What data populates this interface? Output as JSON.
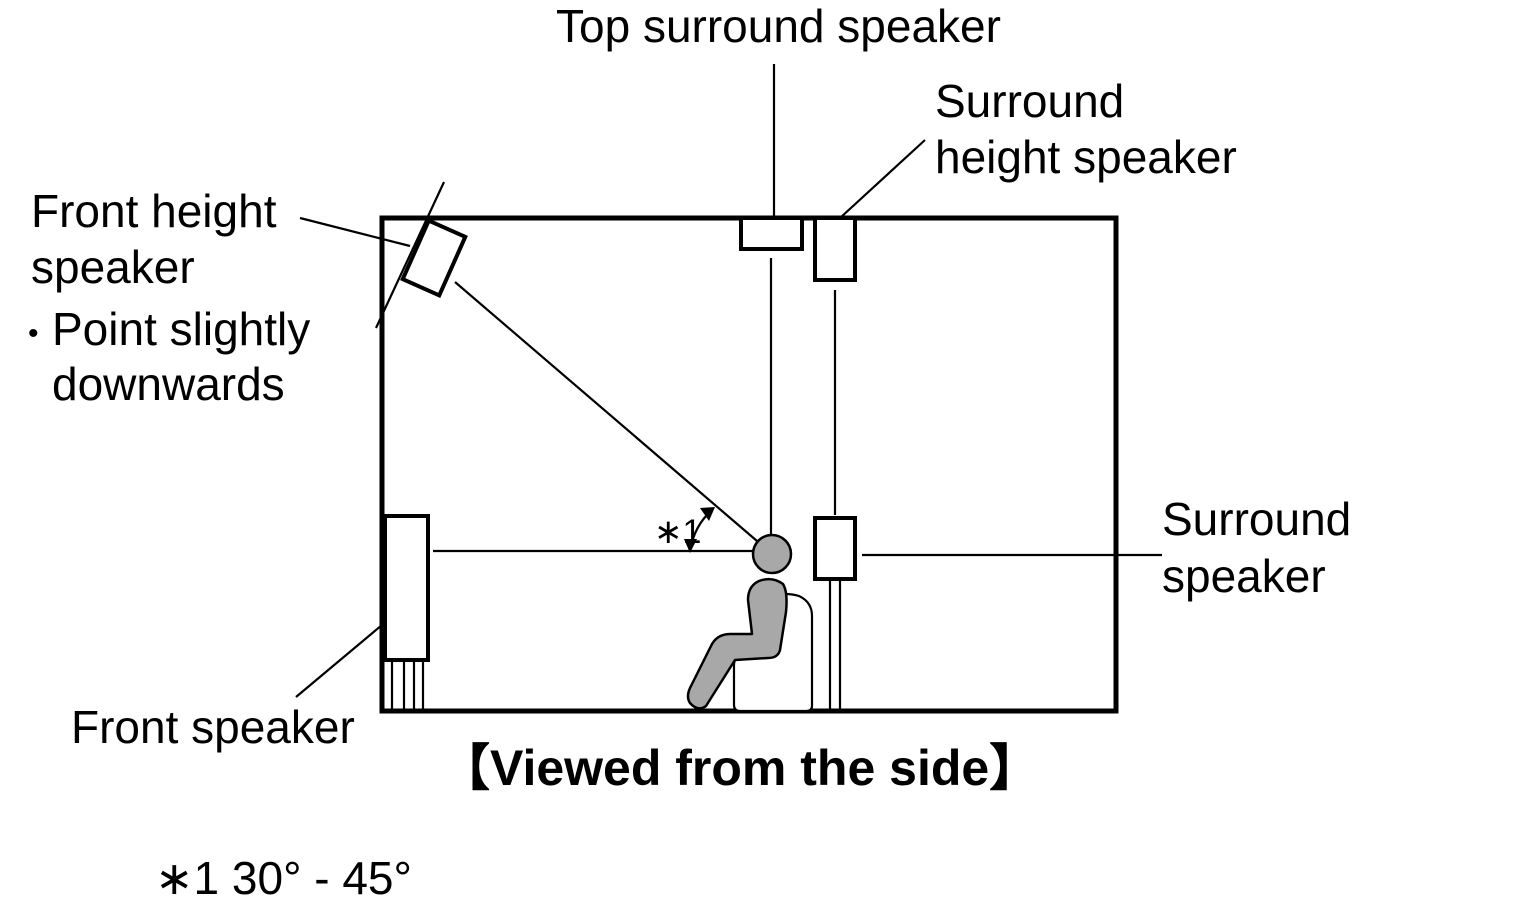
{
  "labels": {
    "top_surround": "Top surround speaker",
    "surround_height_1": "Surround",
    "surround_height_2": "height speaker",
    "front_height_1": "Front height",
    "front_height_2": "speaker",
    "front_height_note_bullet": "•",
    "front_height_note_1": "Point slightly",
    "front_height_note_2": "downwards",
    "surround_1": "Surround",
    "surround_2": "speaker",
    "front": "Front speaker",
    "angle_marker": "∗1",
    "caption": "【Viewed from the side】",
    "footnote": "∗1 30° - 45°"
  },
  "colors": {
    "line": "#000000",
    "listener": "#a8a8a8",
    "background": "#ffffff"
  }
}
